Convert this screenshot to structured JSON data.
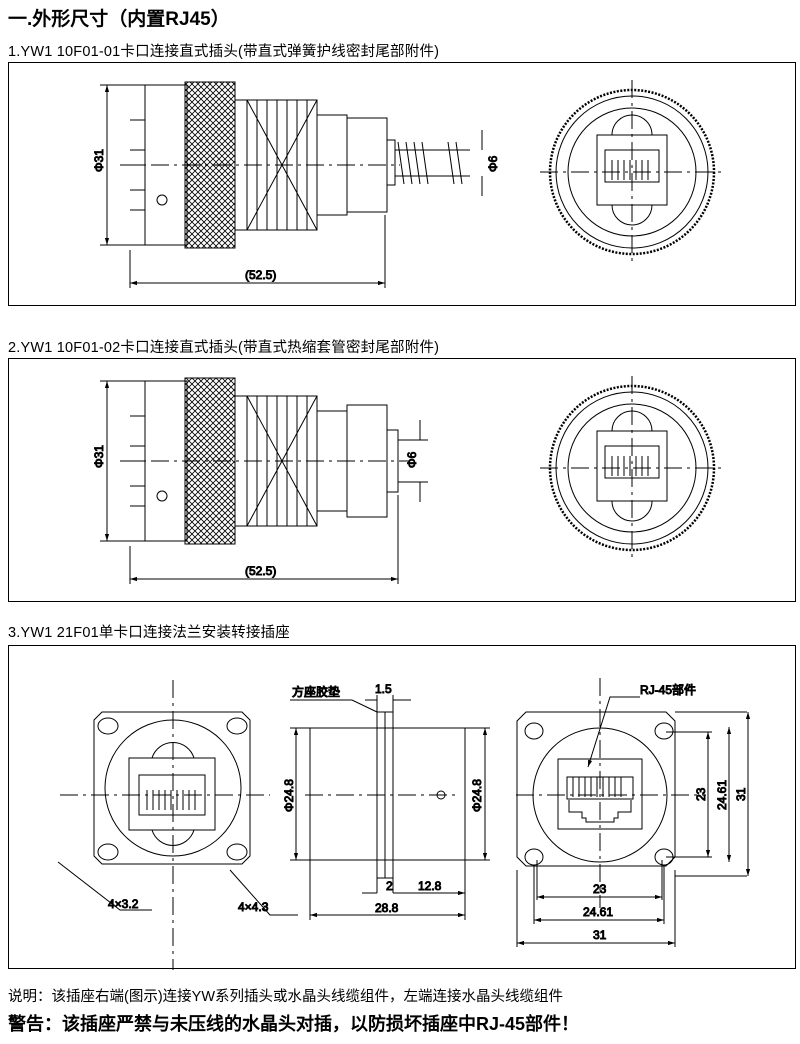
{
  "title": "一.外形尺寸（内置RJ45）",
  "sections": [
    {
      "heading": "1.YW1 10F01-01卡口连接直式插头(带直式弹簧护线密封尾部附件)",
      "dia_body": "Φ31",
      "dia_cable": "Φ6",
      "length": "(52.5)"
    },
    {
      "heading": "2.YW1 10F01-02卡口连接直式插头(带直式热缩套管密封尾部附件)",
      "dia_body": "Φ31",
      "dia_cable": "Φ6",
      "length": "(52.5)"
    },
    {
      "heading": "3.YW1 21F01单卡口连接法兰安装转接插座",
      "front": {
        "hole_small": "4×3.2",
        "hole_large": "4×4.3"
      },
      "side": {
        "gasket_label": "方座胶垫",
        "gasket_thickness": "1.5",
        "dia_left": "Φ24.8",
        "dia_right": "Φ24.8",
        "flange": "2",
        "right_len": "12.8",
        "total_len": "28.8"
      },
      "rear": {
        "rj45_label": "RJ-45部件",
        "v_23": "23",
        "v_2461": "24.61",
        "v_31": "31",
        "h_23": "23",
        "h_2461": "24.61",
        "h_31": "31"
      }
    }
  ],
  "note": "说明：该插座右端(图示)连接YW系列插头或水晶头线缆组件，左端连接水晶头线缆组件",
  "warning": "警告：该插座严禁与未压线的水晶头对插，以防损坏插座中RJ-45部件！"
}
